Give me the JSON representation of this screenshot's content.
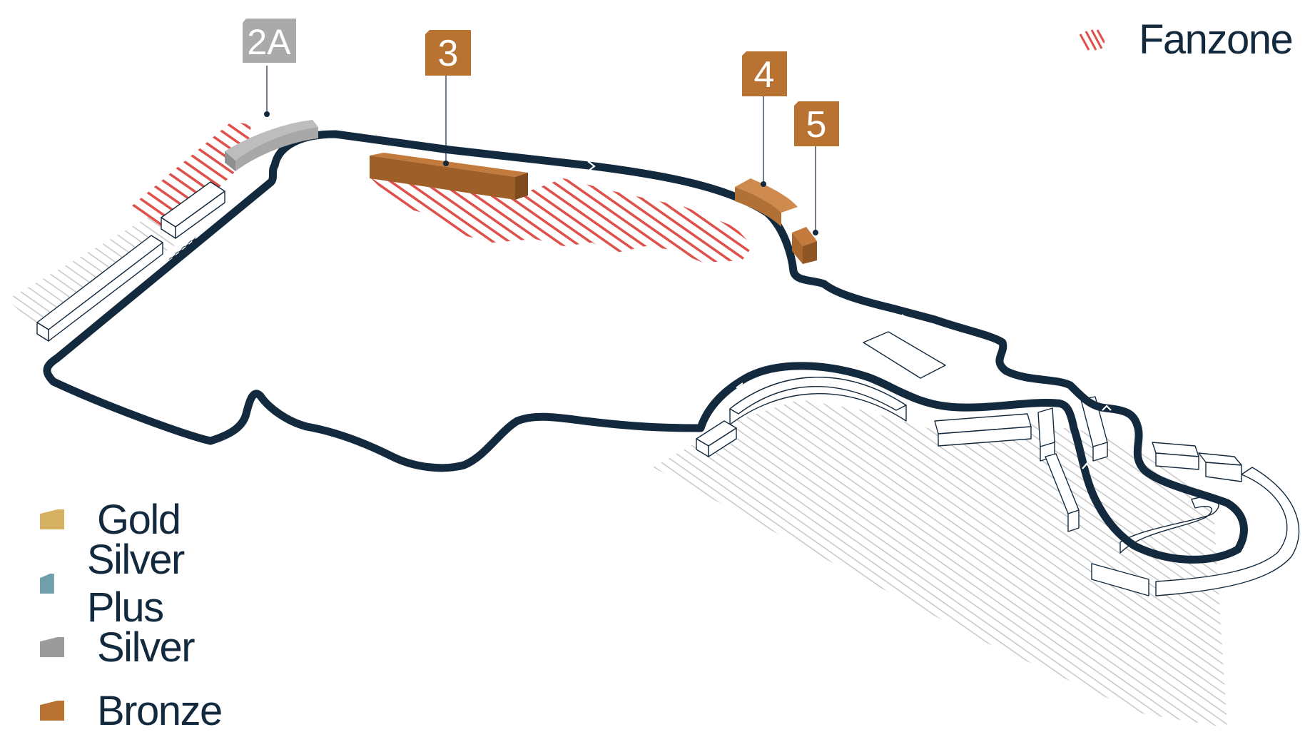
{
  "markers": [
    {
      "id": "2A",
      "label": "2A",
      "color": "#aaaaaa"
    },
    {
      "id": "3",
      "label": "3",
      "color": "#b87333"
    },
    {
      "id": "4",
      "label": "4",
      "color": "#b87333"
    },
    {
      "id": "5",
      "label": "5",
      "color": "#b87333"
    }
  ],
  "legend": {
    "items": [
      {
        "label": "Gold",
        "color": "#d4b062"
      },
      {
        "label": "Silver Plus",
        "color": "#6f9fab"
      },
      {
        "label": "Silver",
        "color": "#9b9b9b"
      },
      {
        "label": "Bronze",
        "color": "#b87333"
      }
    ]
  },
  "fanzone": {
    "label": "Fanzone",
    "color": "#e0504a"
  },
  "colors": {
    "track": "#13293d",
    "bronze_top": "#c27a3d",
    "bronze_side": "#8f5524"
  }
}
